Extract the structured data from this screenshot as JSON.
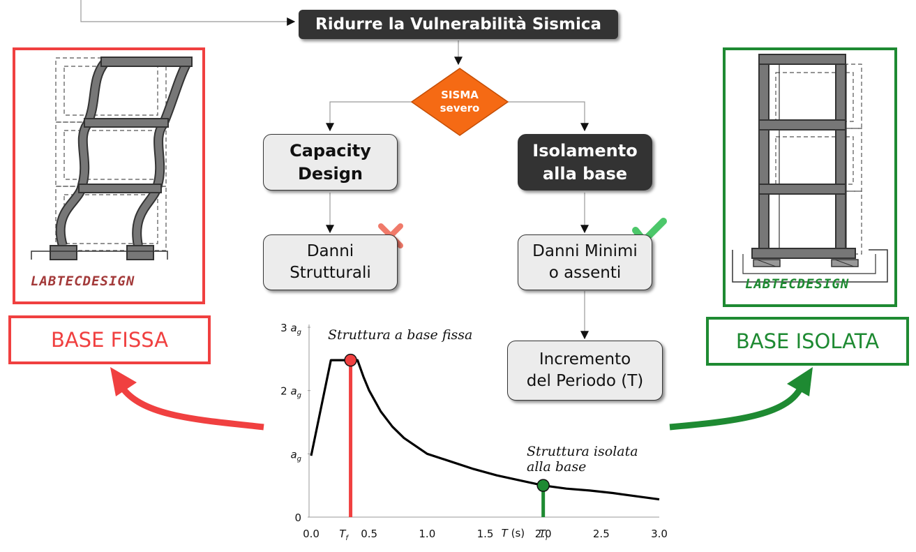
{
  "colors": {
    "fixed": "#f04040",
    "isolated": "#1e8a32",
    "dark_box": "#333333",
    "light_box": "#ececec",
    "diamond": "#f56a14"
  },
  "flowchart": {
    "title": "Ridurre la Vulnerabilità Sismica",
    "decision": "SISMA\nsevero",
    "left_branch": {
      "label": "Capacity\nDesign",
      "result": "Danni\nStrutturali",
      "result_icon": "cross-icon"
    },
    "right_branch": {
      "label": "Isolamento\nalla base",
      "result": "Danni Minimi\no assenti",
      "result_icon": "check-icon",
      "next": "Incremento\ndel Periodo (T)"
    }
  },
  "left_panel": {
    "label": "BASE FISSA",
    "logo": "LABTECDESIGN",
    "drawing": "deformed-frame-icon"
  },
  "right_panel": {
    "label": "BASE ISOLATA",
    "logo": "LABTECDESIGN",
    "drawing": "isolated-frame-icon"
  },
  "chart_data": {
    "type": "line",
    "xlabel": "T (s)",
    "ylabel": "",
    "xlim": [
      0,
      3
    ],
    "ylim": [
      0,
      3
    ],
    "x_ticks": [
      "0.0",
      "0.5",
      "1.0",
      "1.5",
      "2.0",
      "2.5",
      "3.0"
    ],
    "y_ticks": [
      "0",
      "a_g",
      "2 a_g",
      "3 a_g"
    ],
    "series": [
      {
        "x": [
          0.0,
          0.17,
          0.25,
          0.3,
          0.35,
          0.4,
          0.45,
          0.5,
          0.6,
          0.7,
          0.8,
          1.0,
          1.2,
          1.4,
          1.6,
          1.8,
          2.0,
          2.2,
          2.4,
          2.6,
          2.8,
          3.0
        ],
        "y": [
          0.97,
          2.48,
          2.48,
          2.48,
          2.48,
          2.48,
          2.22,
          2.0,
          1.67,
          1.43,
          1.25,
          1.0,
          0.88,
          0.76,
          0.66,
          0.58,
          0.5,
          0.45,
          0.42,
          0.38,
          0.33,
          0.28
        ]
      }
    ],
    "points": [
      {
        "label": "Struttura a base fissa",
        "x": 0.34,
        "y": 2.48,
        "tick": "Tf",
        "color": "#f04040"
      },
      {
        "label": "Struttura isolata alla base",
        "x": 2.0,
        "y": 0.5,
        "tick": "Ti",
        "color": "#1e8a32"
      }
    ]
  }
}
